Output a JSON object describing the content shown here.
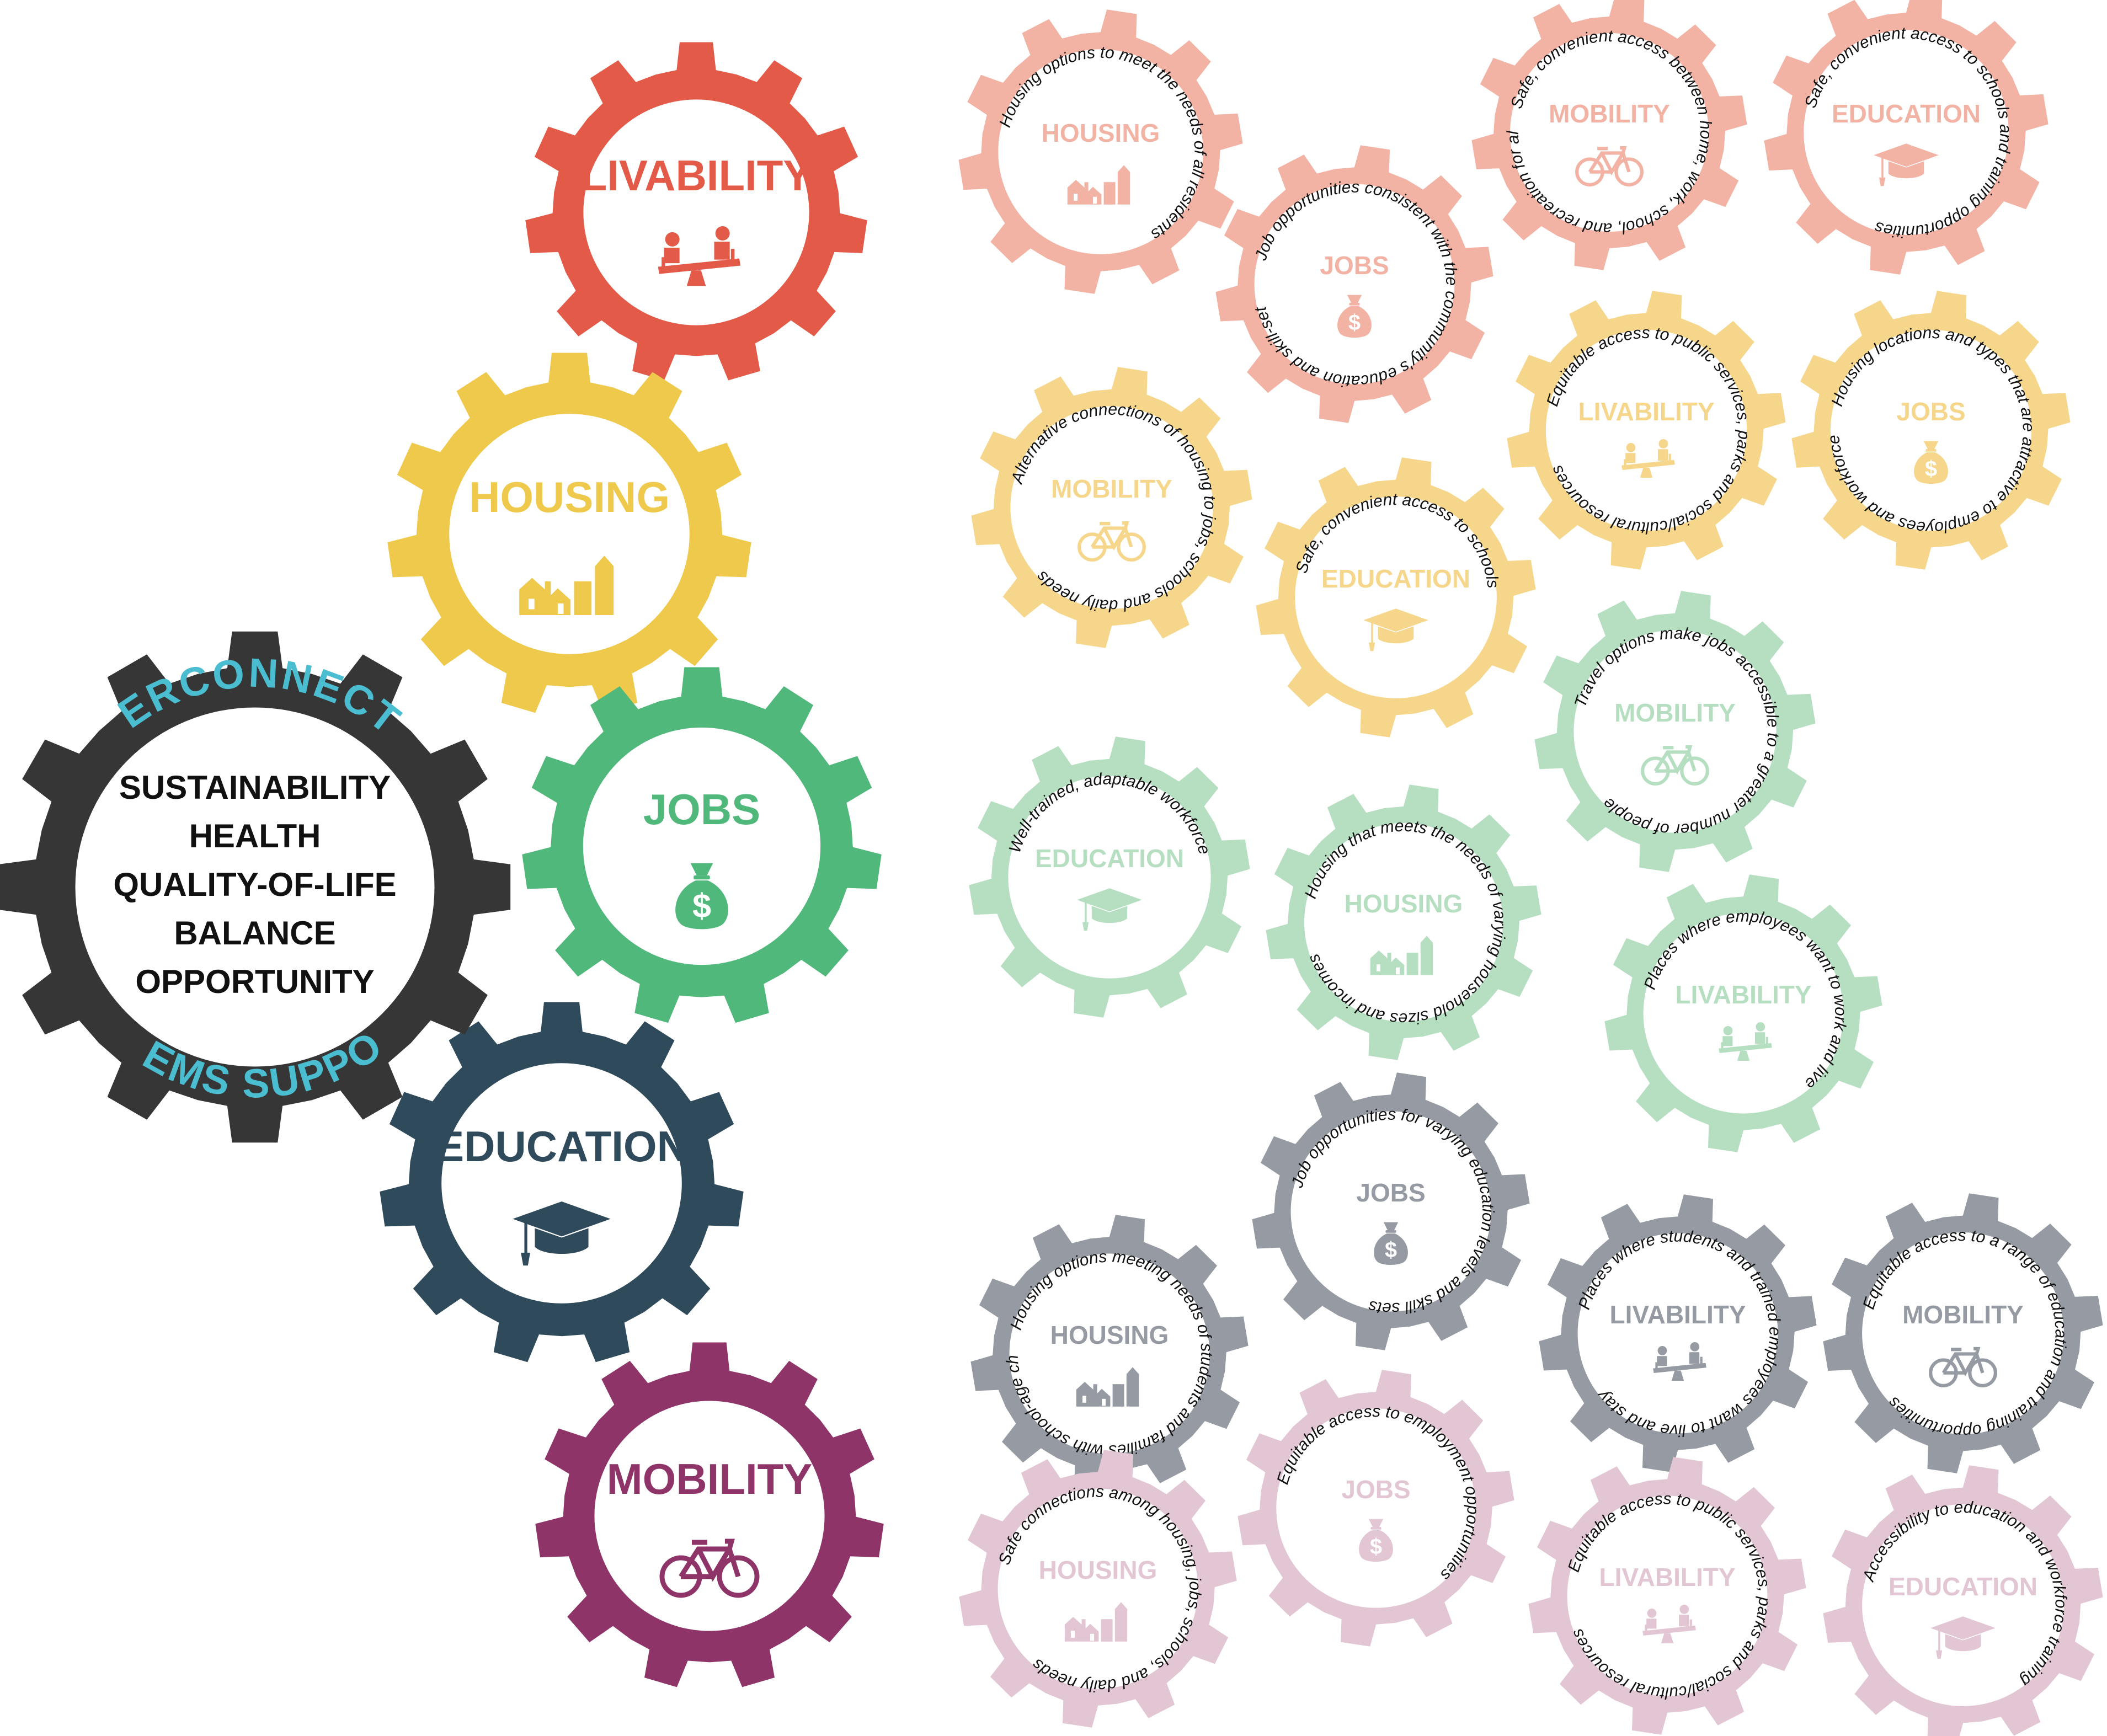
{
  "colors": {
    "livability": "#e35b48",
    "housing": "#efc94c",
    "jobs": "#4fb87a",
    "education": "#2f4b5b",
    "mobility": "#8e3468",
    "core": "#363636",
    "core_text_accent": "#4bbdd1",
    "pink_light": "#f3b3a4",
    "yellow_light": "#f6d68b",
    "green_light": "#b6dfc2",
    "gray": "#959aa3",
    "mauve_light": "#e3c6d3"
  },
  "core": {
    "top_arc": "INTERCONNECTED",
    "bottom_arc": "SYSTEMS SUPPORT...",
    "lines": [
      "SUSTAINABILITY",
      "HEALTH",
      "QUALITY-OF-LIFE",
      "BALANCE",
      "OPPORTUNITY"
    ]
  },
  "main_gears": [
    {
      "label": "LIVABILITY",
      "icon": "seesaw-icon",
      "color_key": "livability"
    },
    {
      "label": "HOUSING",
      "icon": "houses-icon",
      "color_key": "housing"
    },
    {
      "label": "JOBS",
      "icon": "money-bag-icon",
      "color_key": "jobs"
    },
    {
      "label": "EDUCATION",
      "icon": "graduation-cap-icon",
      "color_key": "education"
    },
    {
      "label": "MOBILITY",
      "icon": "bicycle-icon",
      "color_key": "mobility"
    }
  ],
  "small_gears": [
    {
      "label": "HOUSING",
      "icon": "houses-icon",
      "color_key": "pink_light",
      "text": "Housing options to meet the needs of all residents"
    },
    {
      "label": "JOBS",
      "icon": "money-bag-icon",
      "color_key": "pink_light",
      "text": "Job opportunities consistent with the community's education and skill-set"
    },
    {
      "label": "MOBILITY",
      "icon": "bicycle-icon",
      "color_key": "pink_light",
      "text": "Safe, convenient access between home, work, school, and recreation for all"
    },
    {
      "label": "EDUCATION",
      "icon": "graduation-cap-icon",
      "color_key": "pink_light",
      "text": "Safe, convenient access to schools and training opportunities"
    },
    {
      "label": "MOBILITY",
      "icon": "bicycle-icon",
      "color_key": "yellow_light",
      "text": "Alternative connections of housing to jobs, schools and daily needs"
    },
    {
      "label": "EDUCATION",
      "icon": "graduation-cap-icon",
      "color_key": "yellow_light",
      "text": "Safe, convenient access to schools"
    },
    {
      "label": "LIVABILITY",
      "icon": "seesaw-icon",
      "color_key": "yellow_light",
      "text": "Equitable access to public services, parks and social/cultural resources"
    },
    {
      "label": "JOBS",
      "icon": "money-bag-icon",
      "color_key": "yellow_light",
      "text": "Housing locations and types that are attractive to employees and workforce"
    },
    {
      "label": "MOBILITY",
      "icon": "bicycle-icon",
      "color_key": "green_light",
      "text": "Travel options make jobs accessible to a greater number of people"
    },
    {
      "label": "EDUCATION",
      "icon": "graduation-cap-icon",
      "color_key": "green_light",
      "text": "Well-trained, adaptable workforce"
    },
    {
      "label": "HOUSING",
      "icon": "houses-icon",
      "color_key": "green_light",
      "text": "Housing that meets the needs of varying household sizes and incomes"
    },
    {
      "label": "LIVABILITY",
      "icon": "seesaw-icon",
      "color_key": "green_light",
      "text": "Places where employees want to work and live"
    },
    {
      "label": "JOBS",
      "icon": "money-bag-icon",
      "color_key": "gray",
      "text": "Job opportunities for varying education levels and skill sets"
    },
    {
      "label": "HOUSING",
      "icon": "houses-icon",
      "color_key": "gray",
      "text": "Housing options meeting needs of students and families with school-age children"
    },
    {
      "label": "LIVABILITY",
      "icon": "seesaw-icon",
      "color_key": "gray",
      "text": "Places where students and trained employees want to live and stay"
    },
    {
      "label": "MOBILITY",
      "icon": "bicycle-icon",
      "color_key": "gray",
      "text": "Equitable access to a range of education and training opportunities"
    },
    {
      "label": "JOBS",
      "icon": "money-bag-icon",
      "color_key": "mauve_light",
      "text": "Equitable access to employment opportunities"
    },
    {
      "label": "HOUSING",
      "icon": "houses-icon",
      "color_key": "mauve_light",
      "text": "Safe connections among housing, jobs, schools, and daily needs"
    },
    {
      "label": "LIVABILITY",
      "icon": "seesaw-icon",
      "color_key": "mauve_light",
      "text": "Equitable access to public services, parks and social/cultural resources"
    },
    {
      "label": "EDUCATION",
      "icon": "graduation-cap-icon",
      "color_key": "mauve_light",
      "text": "Accessibility to education and workforce training"
    }
  ]
}
